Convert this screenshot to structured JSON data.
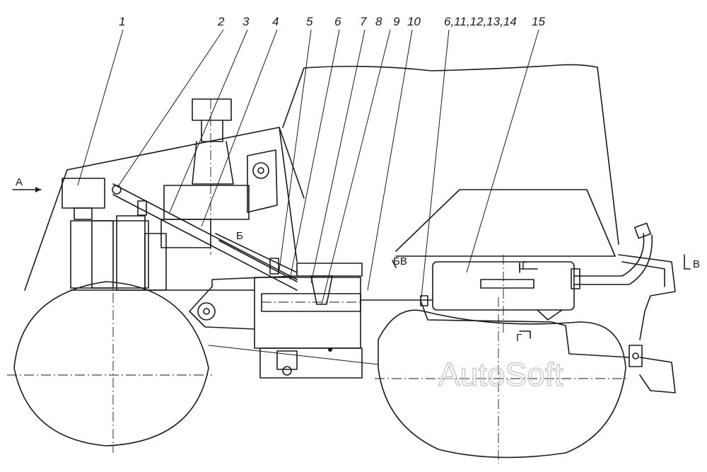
{
  "callouts": [
    "1",
    "2",
    "3",
    "4",
    "5",
    "6",
    "7",
    "8",
    "9",
    "10",
    "6,11,12,13,14",
    "15"
  ],
  "view_markers": {
    "a": "А",
    "b": "Б",
    "bv": "БВ",
    "v": "В",
    "g_top": "Г",
    "g_bottom": "Г"
  },
  "watermark": "AutoSoft"
}
